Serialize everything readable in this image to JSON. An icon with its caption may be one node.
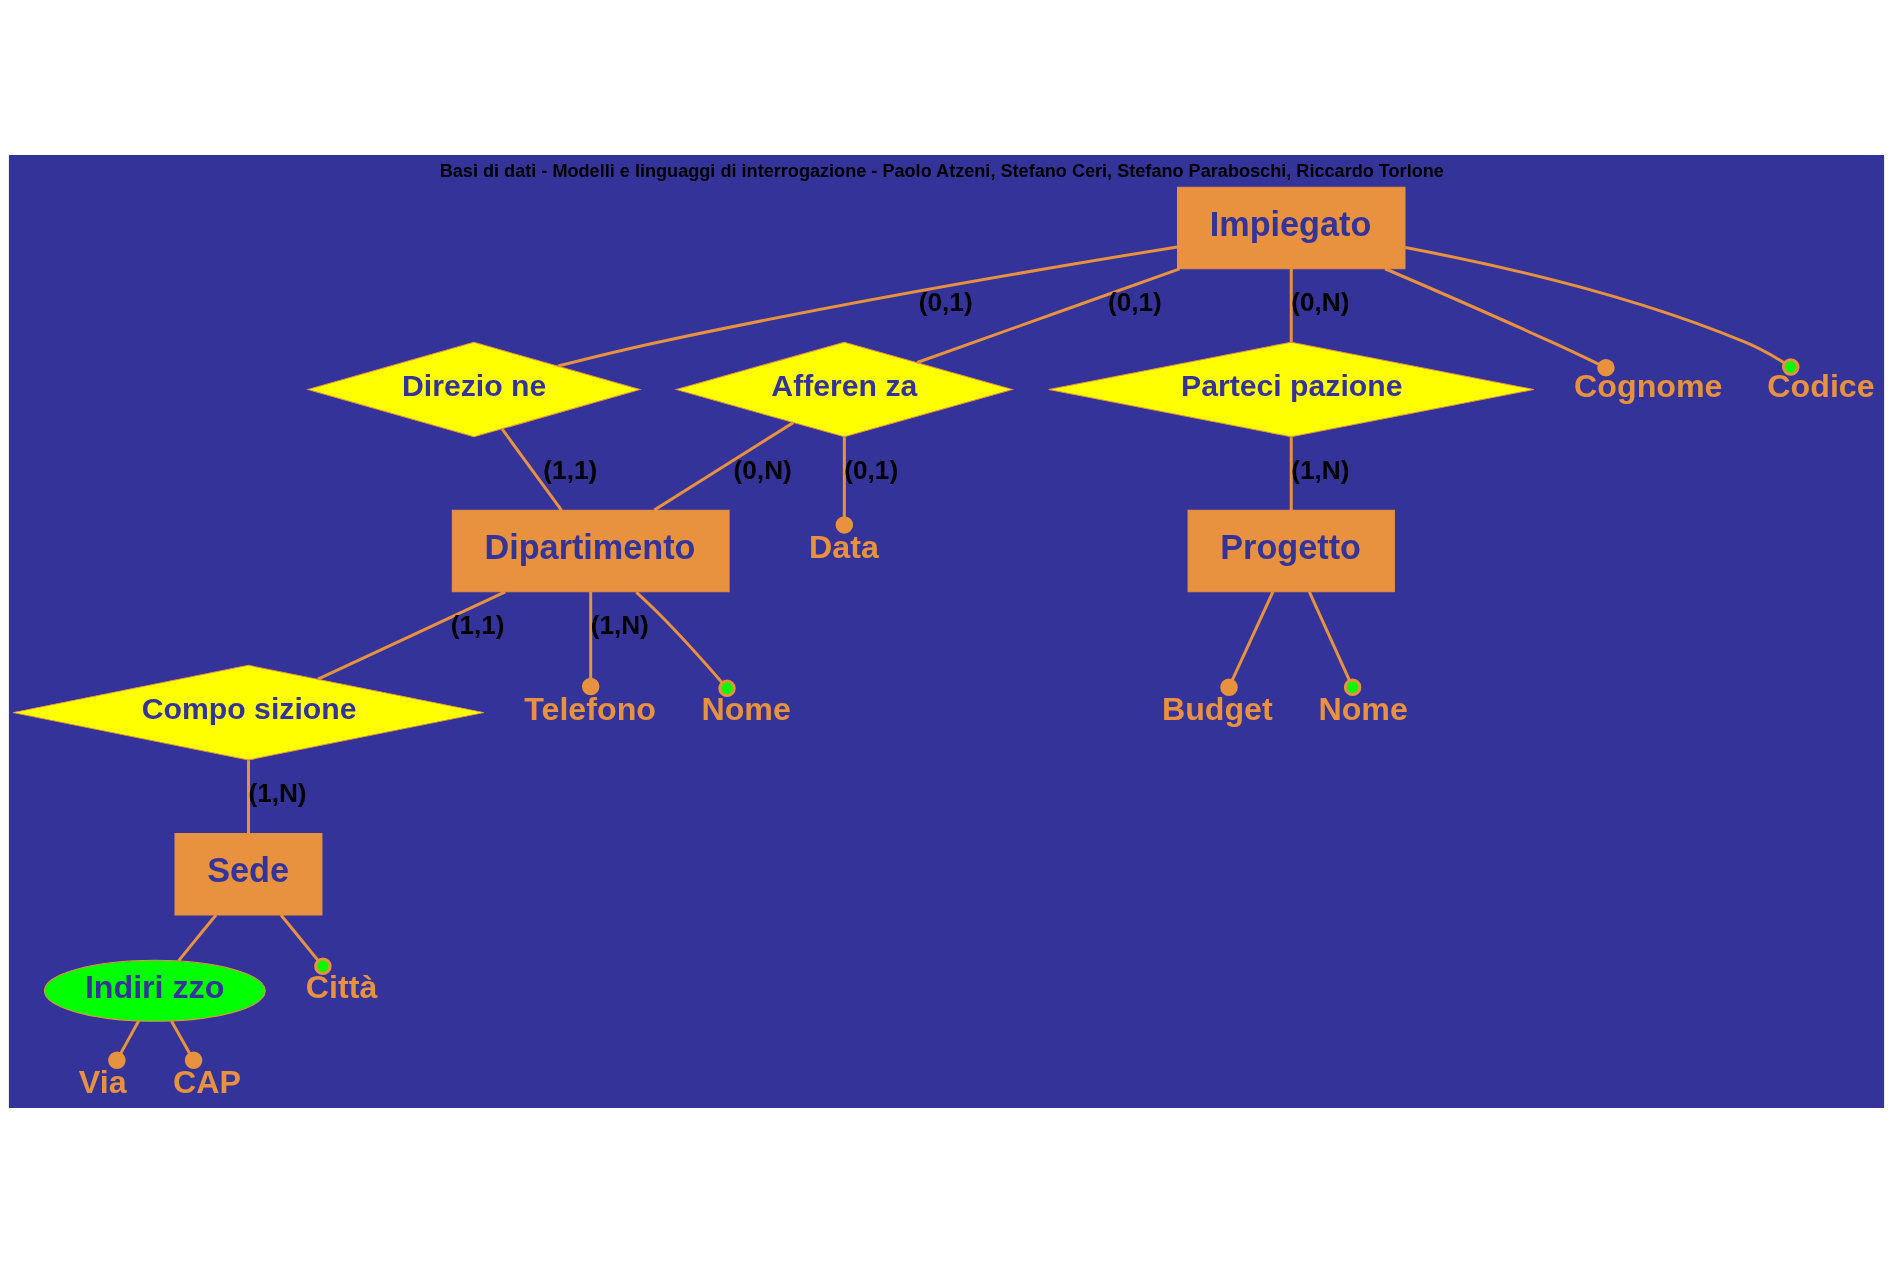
{
  "diagram": {
    "title": "Basi di dati - Modelli e linguaggi di interrogazione - Paolo Atzeni, Stefano Ceri, Stefano Paraboschi, Riccardo Torlone",
    "nodes": [
      {
        "text": [
          "Impiegato"
        ]
      },
      {
        "text": [
          "Direzio ne"
        ]
      },
      {
        "text": [
          "Dipartimento"
        ]
      },
      {
        "text": [
          "Afferen za"
        ]
      },
      {
        "text": [
          "Parteci pazione"
        ]
      },
      {
        "text": [
          "Compo sizione"
        ]
      },
      {
        "text": [
          "Progetto"
        ]
      },
      {
        "text": [
          "Sede"
        ]
      },
      {
        "text": [
          "Indiri zzo"
        ]
      },
      {
        "text": [
          "Cognome"
        ]
      },
      {
        "text": [
          "Codice"
        ]
      },
      {
        "text": [
          "Telefono"
        ]
      },
      {
        "text": [
          "Nome"
        ]
      },
      {
        "text": [
          "Data"
        ]
      },
      {
        "text": [
          "Budget"
        ]
      },
      {
        "text": [
          "Nome"
        ]
      },
      {
        "text": [
          "Via"
        ]
      },
      {
        "text": [
          "CAP"
        ]
      },
      {
        "text": [
          "Città"
        ]
      }
    ],
    "edges": [
      {
        "from": 0,
        "to": 1,
        "arrow": "none",
        "label": "(0,1)"
      },
      {
        "from": 1,
        "to": 2,
        "arrow": "none",
        "label": "(1,1)"
      },
      {
        "from": 0,
        "to": 3,
        "arrow": "none",
        "label": "(0,1)"
      },
      {
        "from": 3,
        "to": 2,
        "arrow": "none",
        "label": "(0,N)"
      },
      {
        "from": 0,
        "to": 4,
        "arrow": "none",
        "label": "(0,N)"
      },
      {
        "from": 4,
        "to": 6,
        "arrow": "none",
        "label": "(1,N)"
      },
      {
        "from": 2,
        "to": 5,
        "arrow": "none",
        "label": "(1,1)"
      },
      {
        "from": 5,
        "to": 7,
        "arrow": "none",
        "label": "(1,N)"
      },
      {
        "from": 0,
        "to": 9,
        "arrow": "other"
      },
      {
        "from": 0,
        "to": 10,
        "arrow": "other"
      },
      {
        "from": 2,
        "to": 11,
        "arrow": "other",
        "label": "(1,N)"
      },
      {
        "from": 2,
        "to": 12,
        "arrow": "other"
      },
      {
        "from": 3,
        "to": 13,
        "arrow": "other",
        "label": "(0,1)"
      },
      {
        "from": 6,
        "to": 14,
        "arrow": "other"
      },
      {
        "from": 6,
        "to": 15,
        "arrow": "other"
      },
      {
        "from": 7,
        "to": 8,
        "arrow": "none"
      },
      {
        "from": 8,
        "to": 16,
        "arrow": "other"
      },
      {
        "from": 8,
        "to": 17,
        "arrow": "other"
      },
      {
        "from": 7,
        "to": 18,
        "arrow": "other"
      }
    ]
  }
}
